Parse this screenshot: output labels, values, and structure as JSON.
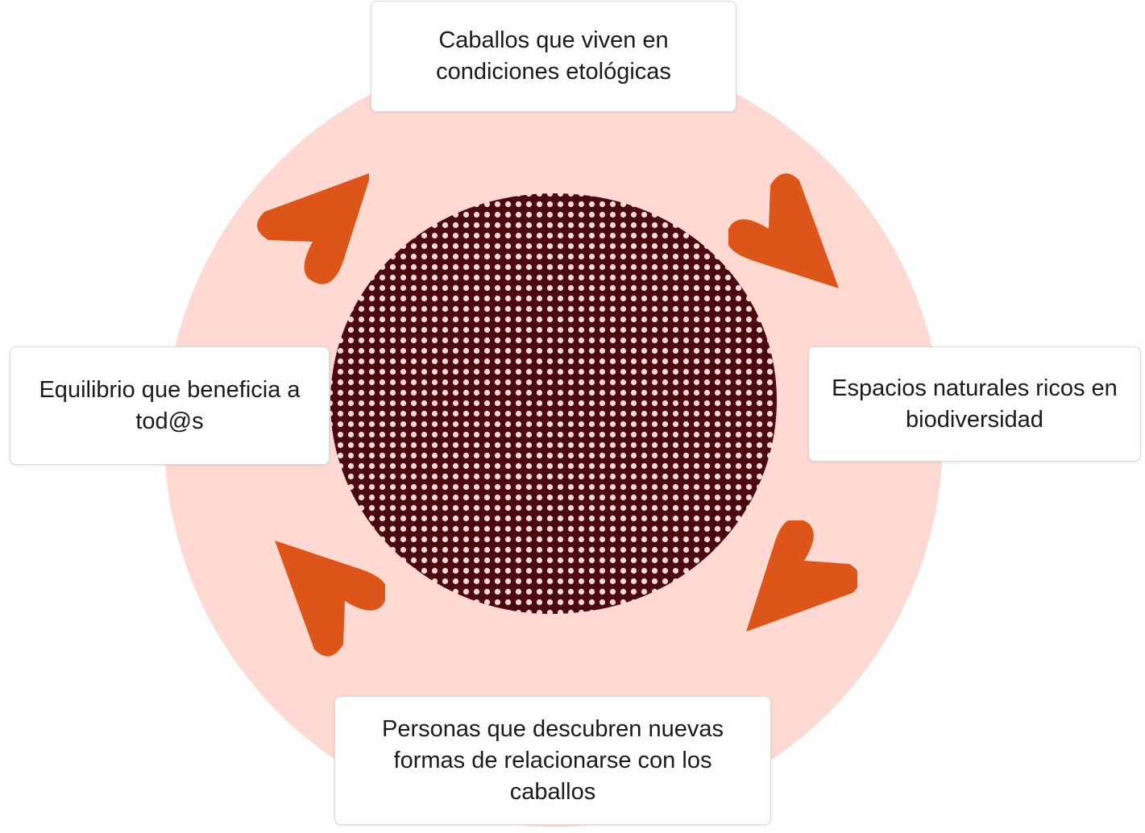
{
  "diagram": {
    "colors": {
      "background_circle": "#ffd9d2",
      "center_dark": "#4a0a0f",
      "center_dots": "#ffd9d2",
      "arrow": "#dd5519"
    },
    "icons": [
      "arrow-up-icon",
      "arrow-right-icon",
      "arrow-down-icon",
      "arrow-left-icon"
    ],
    "nodes": {
      "top": "Caballos que viven en condiciones etológicas",
      "right": "Espacios naturales ricos en biodiversidad",
      "bottom": "Personas que descubren nuevas formas de relacionarse con los caballos",
      "left": "Equilibrio que beneficia a tod@s"
    }
  }
}
